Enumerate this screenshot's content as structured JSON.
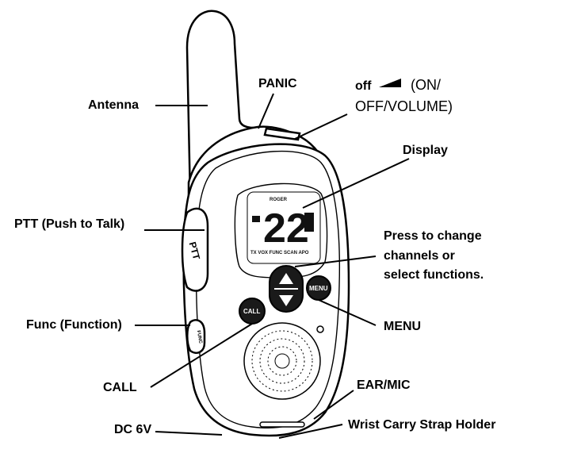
{
  "labels": {
    "antenna": "Antenna",
    "panic": "PANIC",
    "off": "off",
    "on_off_volume_line1": "(ON/",
    "on_off_volume_line2": "OFF/VOLUME)",
    "display": "Display",
    "ptt": "PTT (Push to Talk)",
    "press_line1": "Press to change",
    "press_line2": "channels or",
    "press_line3": "select functions.",
    "menu": "MENU",
    "func": "Func (Function)",
    "call": "CALL",
    "ear_mic": "EAR/MIC",
    "dc": "DC 6V",
    "wrist_strap": "Wrist Carry Strap Holder"
  },
  "device": {
    "ptt_button_text": "PTT",
    "call_button_text": "CALL",
    "menu_button_text": "MENU",
    "func_button_text": "FUNC",
    "lcd": {
      "channel": "22",
      "top_text": "ROGER",
      "bottom_text": "TX VOX FUNC SCAN APO"
    }
  }
}
